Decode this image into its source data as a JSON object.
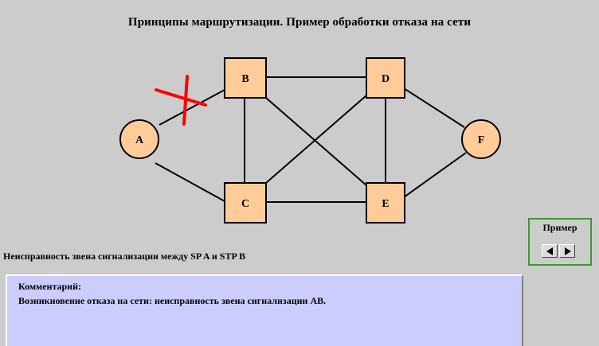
{
  "title": "Принципы маршрутизации. Пример обработки отказа на сети",
  "nodes": {
    "A": "A",
    "B": "B",
    "C": "C",
    "D": "D",
    "E": "E",
    "F": "F"
  },
  "colors": {
    "node_fill": "#ffcc99",
    "fault_mark": "#ff0000",
    "nav_border": "#3a9a2a",
    "comment_bg": "#ccccff"
  },
  "status_text": "Неисправность звена сигнализации между SP A и STP B",
  "nav": {
    "label": "Пример",
    "prev_icon": "left-arrow-icon",
    "next_icon": "right-arrow-icon"
  },
  "comment": {
    "title": "Комментарий:",
    "text": "Возникновение отказа на сети: неисправность звена сигнализации AB."
  }
}
